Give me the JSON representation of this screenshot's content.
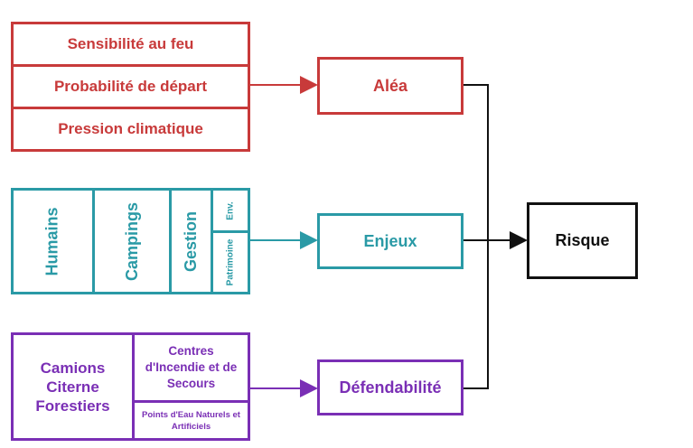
{
  "colors": {
    "alea": "#c83a3a",
    "enjeux": "#2a9aa6",
    "defendabilite": "#7a2fb5",
    "risque": "#111111"
  },
  "alea_group": {
    "items": [
      "Sensibilité au feu",
      "Probabilité de départ",
      "Pression climatique"
    ]
  },
  "enjeux_group": {
    "items": [
      "Humains",
      "Campings",
      "Gestion"
    ],
    "sub_items": [
      "Env.",
      "Patrimoine"
    ]
  },
  "defendabilite_group": {
    "main": "Camions Citerne Forestiers",
    "top_right": "Centres d'Incendie et de Secours",
    "bottom_right": "Points d'Eau Naturels et Artificiels"
  },
  "targets": {
    "alea": "Aléa",
    "enjeux": "Enjeux",
    "defendabilite": "Défendabilité",
    "risque": "Risque"
  }
}
